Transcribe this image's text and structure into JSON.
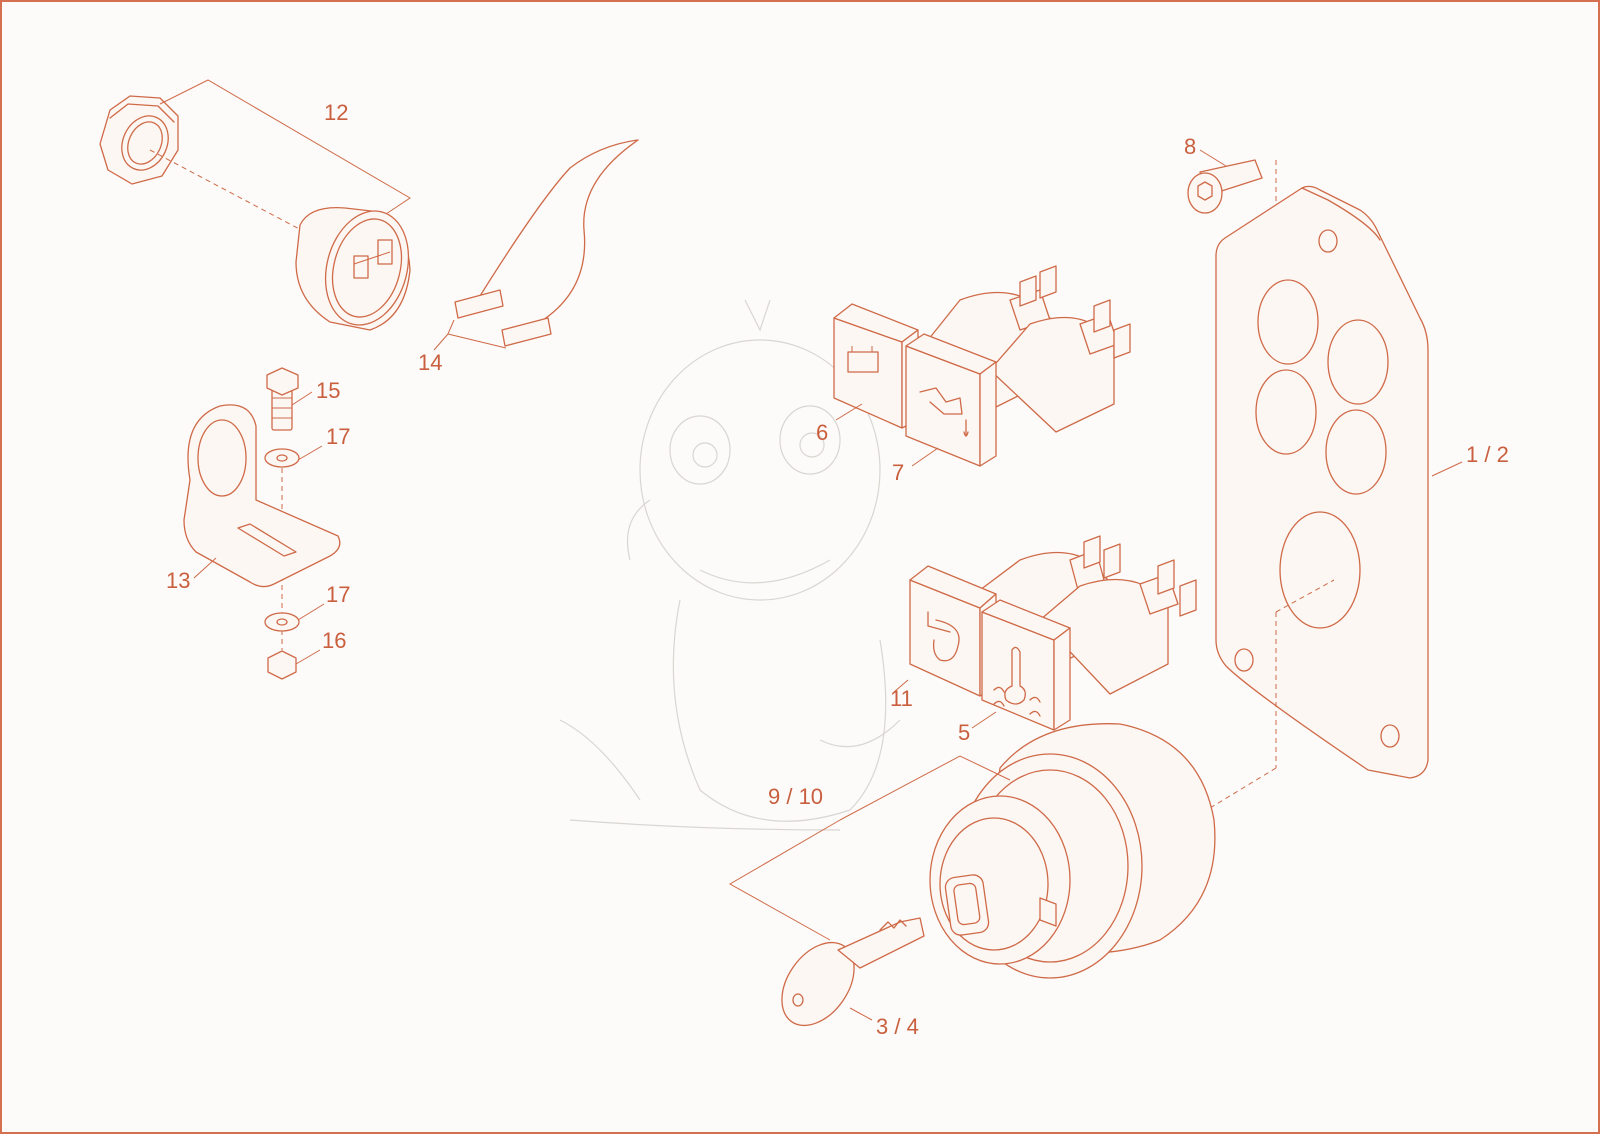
{
  "diagram": {
    "callouts": [
      {
        "id": "c12",
        "label": "12"
      },
      {
        "id": "c14",
        "label": "14"
      },
      {
        "id": "c15",
        "label": "15"
      },
      {
        "id": "c17a",
        "label": "17"
      },
      {
        "id": "c13",
        "label": "13"
      },
      {
        "id": "c17b",
        "label": "17"
      },
      {
        "id": "c16",
        "label": "16"
      },
      {
        "id": "c8",
        "label": "8"
      },
      {
        "id": "c6",
        "label": "6"
      },
      {
        "id": "c7",
        "label": "7"
      },
      {
        "id": "c12b",
        "label": "1 / 2"
      },
      {
        "id": "c11",
        "label": "11"
      },
      {
        "id": "c5",
        "label": "5"
      },
      {
        "id": "c910",
        "label": "9 / 10"
      },
      {
        "id": "c34",
        "label": "3 / 4"
      }
    ],
    "colors": {
      "line": "#cf6a48",
      "text": "#c95f3e",
      "border": "#d4704f",
      "watermark": "#d9d6d2"
    }
  }
}
